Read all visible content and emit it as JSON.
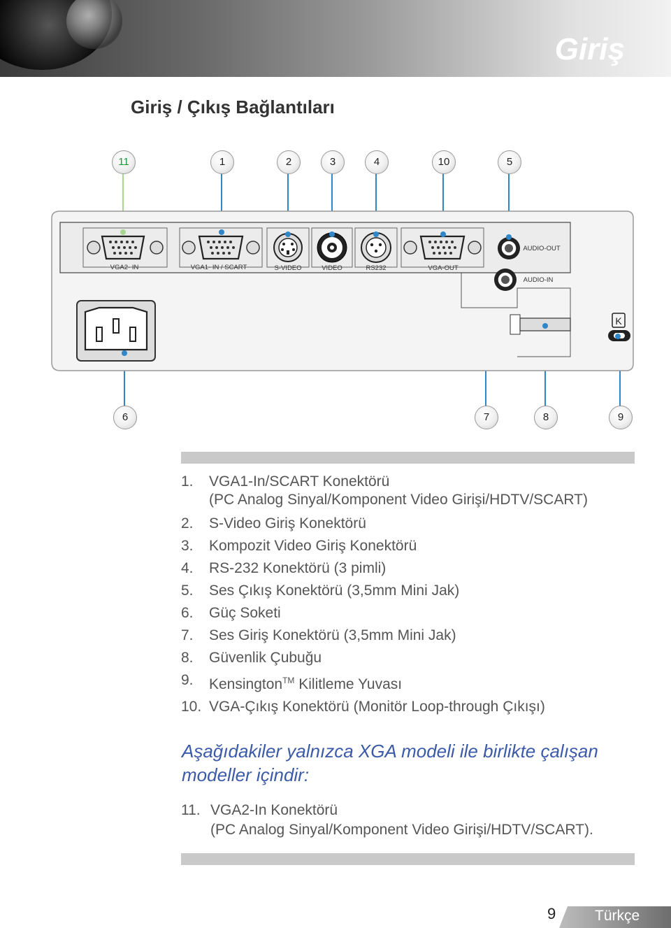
{
  "header": {
    "section_title": "Giriş"
  },
  "page_title": "Giriş / Çıkış Bağlantıları",
  "callouts_top": [
    "11",
    "1",
    "2",
    "3",
    "4",
    "10",
    "5"
  ],
  "callouts_bottom": [
    "6",
    "7",
    "8",
    "9"
  ],
  "panel_labels": {
    "vga2_in": "VGA2- IN",
    "vga1_in": "VGA1- IN / SCART",
    "s_video": "S-VIDEO",
    "video": "VIDEO",
    "rs232": "RS232",
    "vga_out": "VGA-OUT",
    "audio_out": "AUDIO-OUT",
    "audio_in": "AUDIO-IN"
  },
  "connector_list": [
    {
      "num": "1.",
      "text": "VGA1-In/SCART Konektörü",
      "sub": "(PC Analog Sinyal/Komponent Video Girişi/HDTV/SCART)"
    },
    {
      "num": "2.",
      "text": "S-Video Giriş Konektörü"
    },
    {
      "num": "3.",
      "text": "Kompozit Video Giriş Konektörü"
    },
    {
      "num": "4.",
      "text": "RS-232 Konektörü (3 pimli)"
    },
    {
      "num": "5.",
      "text": "Ses Çıkış Konektörü (3,5mm Mini Jak)"
    },
    {
      "num": "6.",
      "text": "Güç Soketi"
    },
    {
      "num": "7.",
      "text": "Ses Giriş Konektörü (3,5mm Mini Jak)"
    },
    {
      "num": "8.",
      "text": "Güvenlik Çubuğu"
    },
    {
      "num": "9.",
      "text_a": "Kensington",
      "tm": "TM",
      "text_b": " Kilitleme Yuvası"
    },
    {
      "num": "10.",
      "text": "VGA-Çıkış Konektörü (Monitör Loop-through Çıkışı)"
    }
  ],
  "note": "Aşağıdakiler yalnızca XGA modeli ile birlikte çalışan modeller içindir:",
  "xga_list": [
    {
      "num": "11.",
      "text": "VGA2-In Konektörü",
      "sub": "(PC Analog Sinyal/Komponent Video Girişi/HDTV/SCART)."
    }
  ],
  "footer": {
    "page_number": "9",
    "language": "Türkçe"
  },
  "colors": {
    "accent_blue": "#3b5aa8",
    "callout_green": "#1a9a3a",
    "line_blue": "#2f86c9",
    "line_green": "#a8d890"
  }
}
